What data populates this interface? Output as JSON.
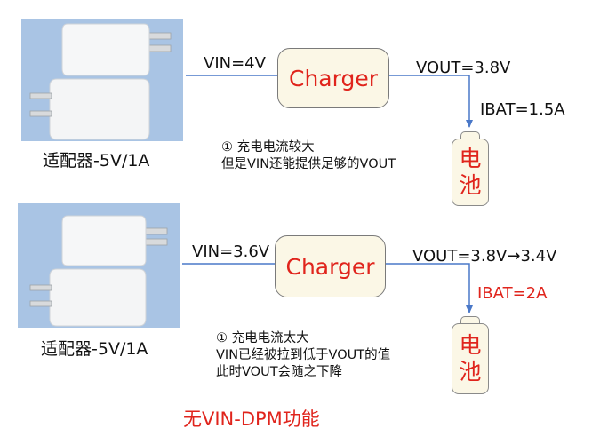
{
  "top": {
    "adapter_caption": "适配器-5V/1A",
    "vin_label": "VIN=4V",
    "charger_label": "Charger",
    "vout_label": "VOUT=3.8V",
    "ibat_label": "IBAT=1.5A",
    "battery_chars": [
      "电",
      "池"
    ],
    "note_lines": [
      "① 充电电流较大",
      "但是VIN还能提供足够的VOUT"
    ]
  },
  "bottom": {
    "adapter_caption": "适配器-5V/1A",
    "vin_label": "VIN=3.6V",
    "charger_label": "Charger",
    "vout_label": "VOUT=3.8V→3.4V",
    "ibat_label": "IBAT=2A",
    "battery_chars": [
      "电",
      "池"
    ],
    "note_lines": [
      "① 充电电流太大",
      "VIN已经被拉到低于VOUT的值",
      "此时VOUT会随之下降"
    ]
  },
  "footer_text": "无VIN-DPM功能",
  "colors": {
    "label_red": "#e0241c",
    "arrow_blue": "#4a78c8",
    "photo_bg": "#a9c4e4",
    "box_fill": "#fbf7e6"
  }
}
